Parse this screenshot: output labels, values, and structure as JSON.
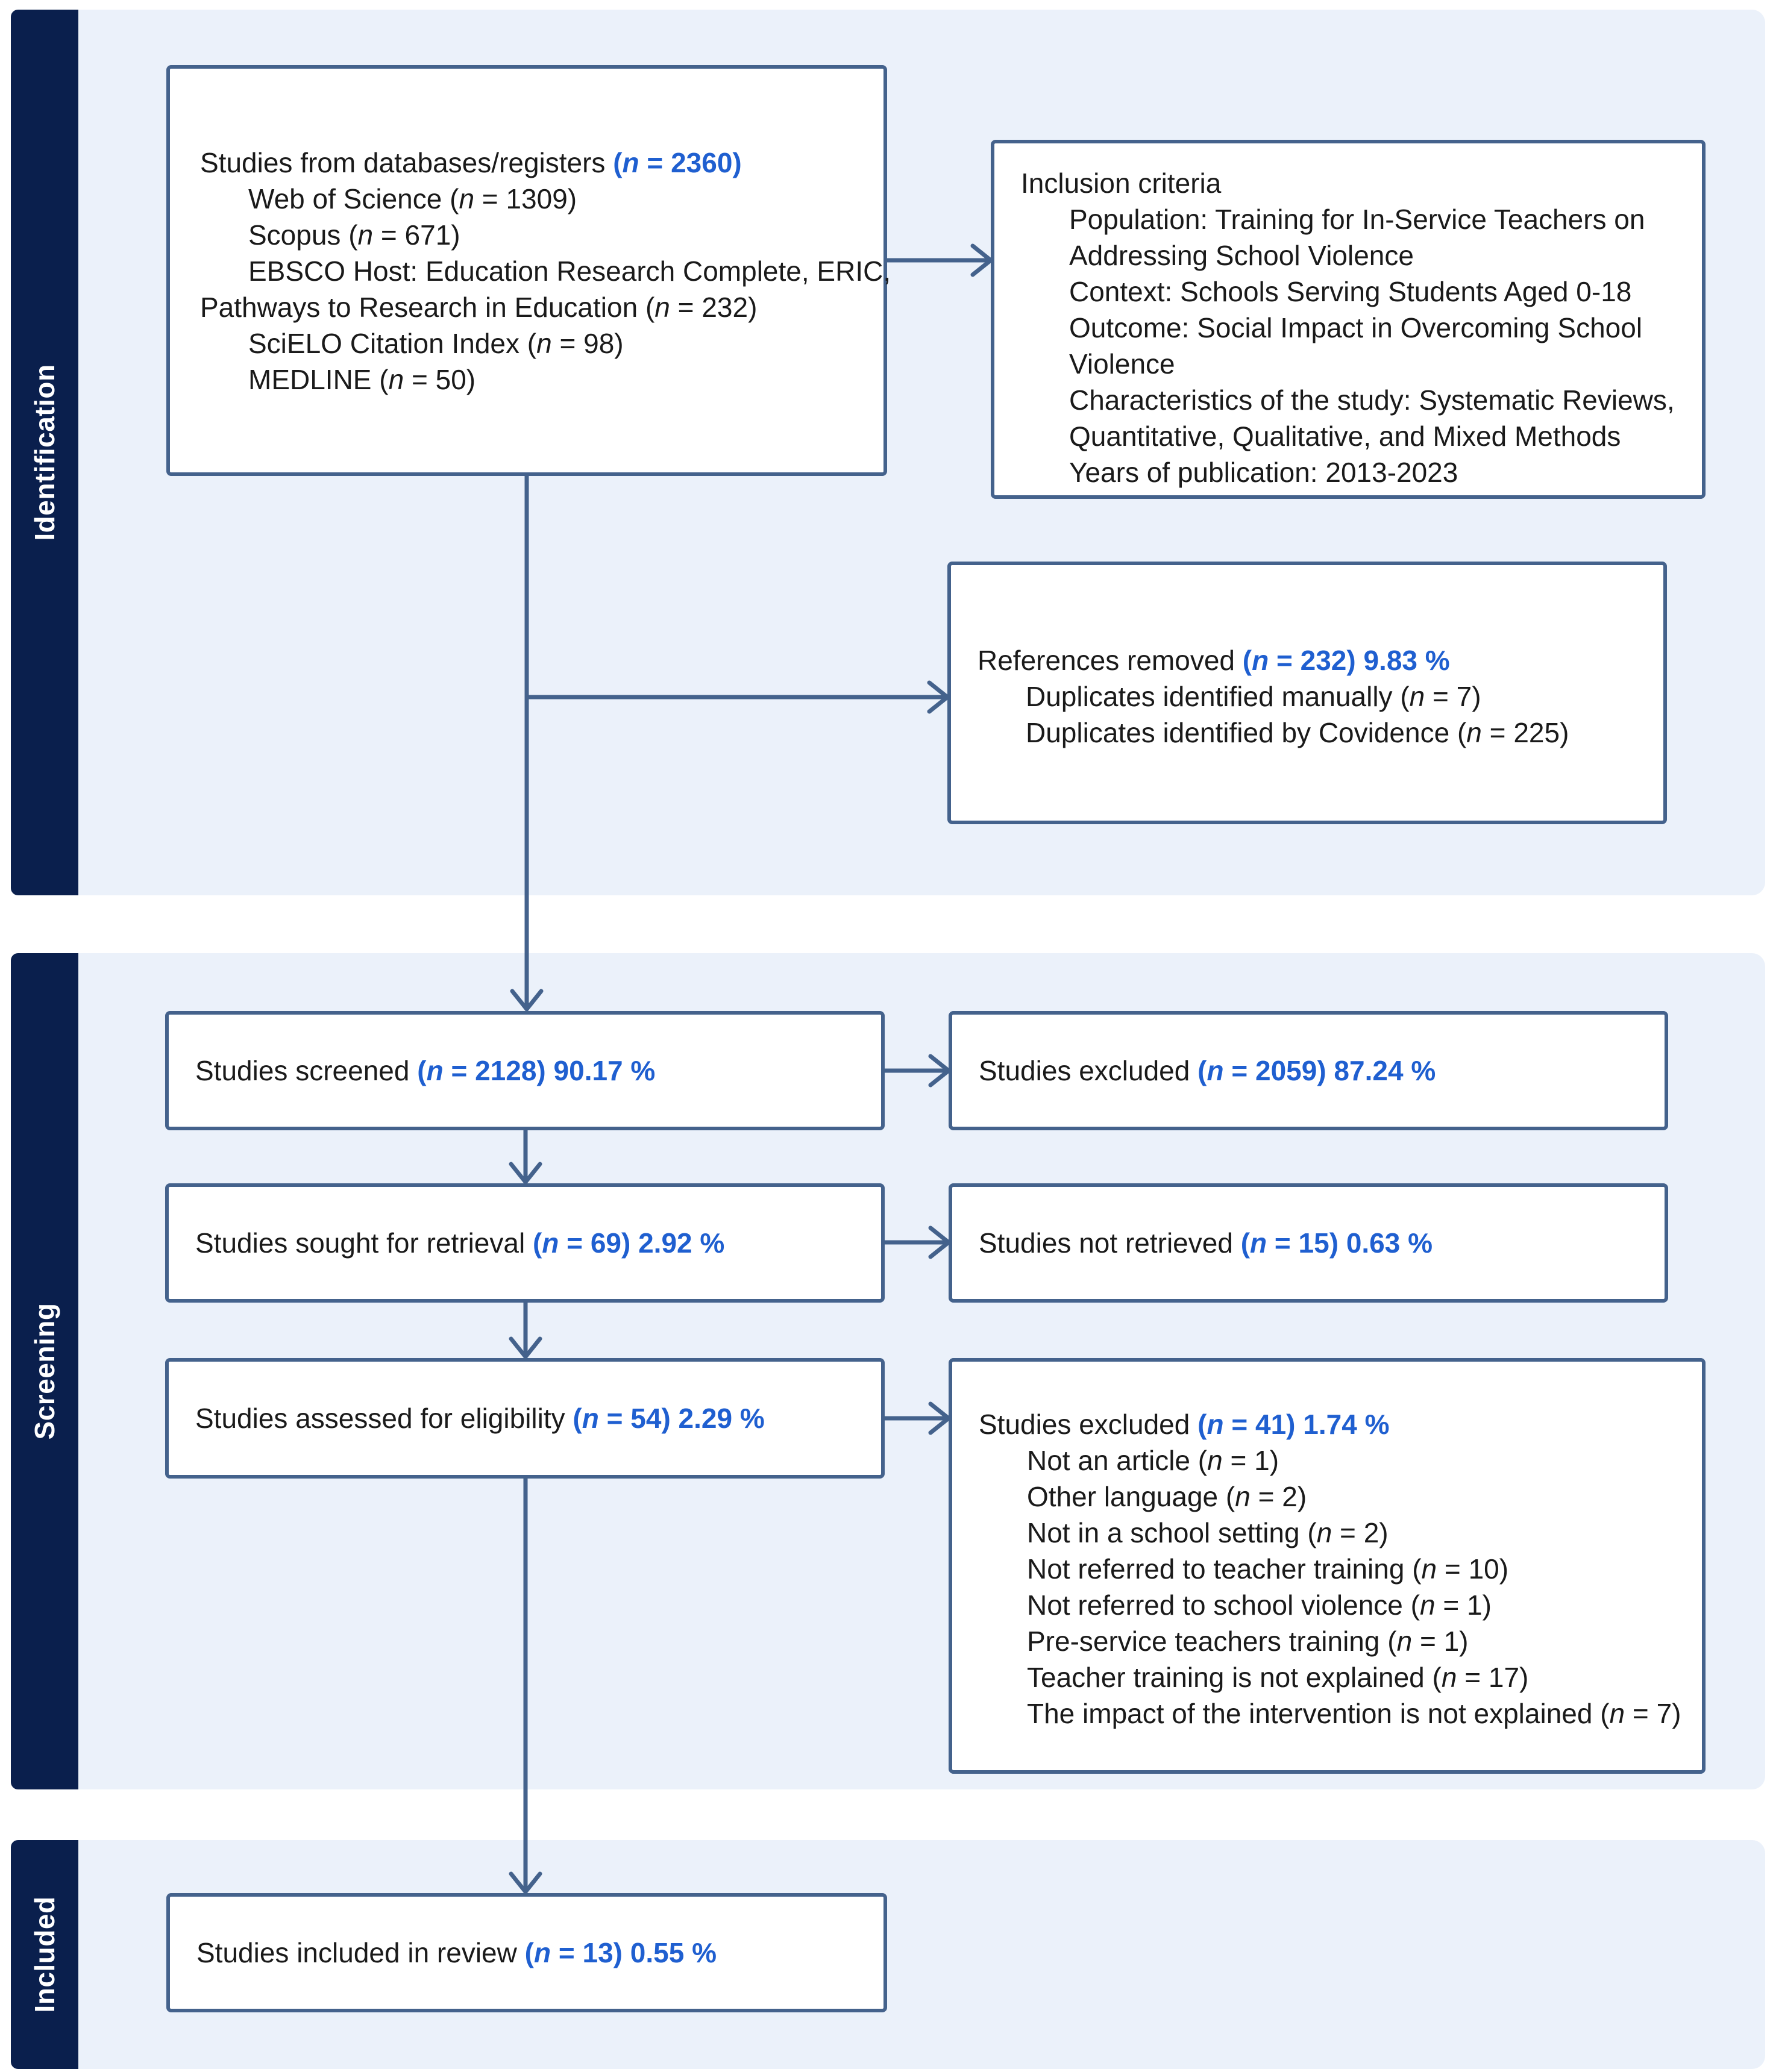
{
  "phases": {
    "identification": "Identification",
    "screening": "Screening",
    "included": "Included"
  },
  "databases": {
    "title": "Studies from databases/registers ",
    "count": "(n = 2360)",
    "items": [
      {
        "label": "Web of Science (",
        "n": "n",
        "rest": " = 1309)"
      },
      {
        "label": "Scopus (",
        "n": "n",
        "rest": " = 671)"
      },
      {
        "label": "EBSCO Host: Education Research Complete, ERIC,",
        "n": "",
        "rest": ""
      },
      {
        "label": "Pathways to Research in Education (",
        "n": "n",
        "rest": " = 232)"
      },
      {
        "label": "SciELO Citation Index (",
        "n": "n",
        "rest": " = 98)"
      },
      {
        "label": "MEDLINE (",
        "n": "n",
        "rest": " = 50)"
      }
    ]
  },
  "inclusion": {
    "title": "Inclusion criteria",
    "lines": [
      "Population: Training for In-Service Teachers on",
      "Addressing School Violence",
      "Context: Schools Serving Students Aged 0-18",
      "Outcome: Social Impact in Overcoming School",
      "Violence",
      "Characteristics of the study: Systematic Reviews,",
      "Quantitative, Qualitative, and Mixed Methods",
      "Years of publication: 2013-2023"
    ]
  },
  "removed": {
    "title": "References removed ",
    "count": "(n = 232) 9.83 %",
    "items": [
      {
        "label": "Duplicates identified manually (",
        "n": "n",
        "rest": " = 7)"
      },
      {
        "label": "Duplicates identified by Covidence (",
        "n": "n",
        "rest": " = 225)"
      }
    ]
  },
  "screened": {
    "label": "Studies screened ",
    "count": "(n = 2128) 90.17 %"
  },
  "excluded1": {
    "label": "Studies excluded ",
    "count": "(n = 2059) 87.24 %"
  },
  "sought": {
    "label": "Studies sought for retrieval ",
    "count": "(n = 69) 2.92 %"
  },
  "not_retrieved": {
    "label": "Studies not retrieved ",
    "count": "(n = 15) 0.63 %"
  },
  "assessed": {
    "label": "Studies assessed for eligibility ",
    "count": "(n = 54) 2.29 %"
  },
  "excluded2": {
    "title": "Studies excluded ",
    "count": "(n = 41) 1.74 %",
    "items": [
      {
        "label": "Not an article (",
        "n": "n",
        "rest": " = 1)"
      },
      {
        "label": "Other language (",
        "n": "n",
        "rest": " = 2)"
      },
      {
        "label": "Not in a school setting (",
        "n": "n",
        "rest": " = 2)"
      },
      {
        "label": "Not referred to teacher training (",
        "n": "n",
        "rest": " = 10)"
      },
      {
        "label": "Not referred to school violence (",
        "n": "n",
        "rest": " = 1)"
      },
      {
        "label": "Pre-service teachers training (",
        "n": "n",
        "rest": " = 1)"
      },
      {
        "label": "Teacher training is not explained (",
        "n": "n",
        "rest": " = 17)"
      },
      {
        "label": "The impact of the intervention is not explained (",
        "n": "n",
        "rest": " = 7)"
      }
    ]
  },
  "included": {
    "label": "Studies included in review ",
    "count": "(n = 13) 0.55 %"
  },
  "colors": {
    "band_bg": "#ebf1fa",
    "label_bg": "#0a1f4d",
    "border": "#44628c",
    "highlight": "#1f5fd0"
  }
}
